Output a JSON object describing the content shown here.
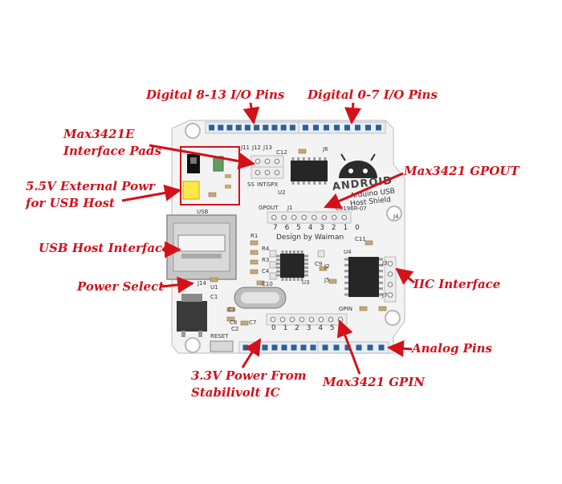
{
  "colors": {
    "annotation": "#d4101a",
    "board": "#f2f2f2",
    "header_blue": "#2e5f99",
    "chip": "#2a2a2a",
    "usb_metal": "#c9c9c9"
  },
  "annotations": [
    {
      "id": "digital-8-13",
      "lines": [
        "Digital 8-13 I/O Pins"
      ]
    },
    {
      "id": "digital-0-7",
      "lines": [
        "Digital 0-7 I/O Pins"
      ]
    },
    {
      "id": "max3421e-pads",
      "lines": [
        "Max3421E",
        "Interface Pads"
      ]
    },
    {
      "id": "external-power",
      "lines": [
        "5.5V External Powr",
        "for USB Host"
      ]
    },
    {
      "id": "gpout",
      "lines": [
        "Max3421 GPOUT"
      ]
    },
    {
      "id": "usb-host",
      "lines": [
        "USB Host Interface"
      ]
    },
    {
      "id": "power-select",
      "lines": [
        "Power Select"
      ]
    },
    {
      "id": "iic",
      "lines": [
        "IIC Interface"
      ]
    },
    {
      "id": "analog",
      "lines": [
        "Analog Pins"
      ]
    },
    {
      "id": "power-3v3",
      "lines": [
        "3.3V Power From",
        "Stabilivolt IC"
      ]
    },
    {
      "id": "gpin",
      "lines": [
        "Max3421 GPIN"
      ]
    }
  ],
  "silkscreen": {
    "logo": "ANDROID",
    "line1": "Arduino USB",
    "line2": "Host Shield",
    "rev": "C0196R-07",
    "design": "Design by Waiman",
    "gpout": "GPOUT",
    "gpout_digits": "7 6 5 4 3 2 1 0",
    "gpin": "GPIN",
    "gpin_digits": "0 1 2 3 4 5",
    "usb": "USB",
    "reset": "RESET",
    "refs": [
      "J1",
      "J2",
      "J3",
      "J4",
      "J5",
      "J6",
      "J7",
      "J11",
      "J12",
      "J13",
      "J14",
      "C1",
      "C2",
      "C3",
      "C4",
      "C7",
      "C8",
      "C9",
      "C10",
      "C11",
      "C12",
      "R1",
      "R3",
      "R4",
      "U1",
      "U2",
      "U3",
      "U4",
      "INT",
      "SS",
      "GPX"
    ]
  }
}
